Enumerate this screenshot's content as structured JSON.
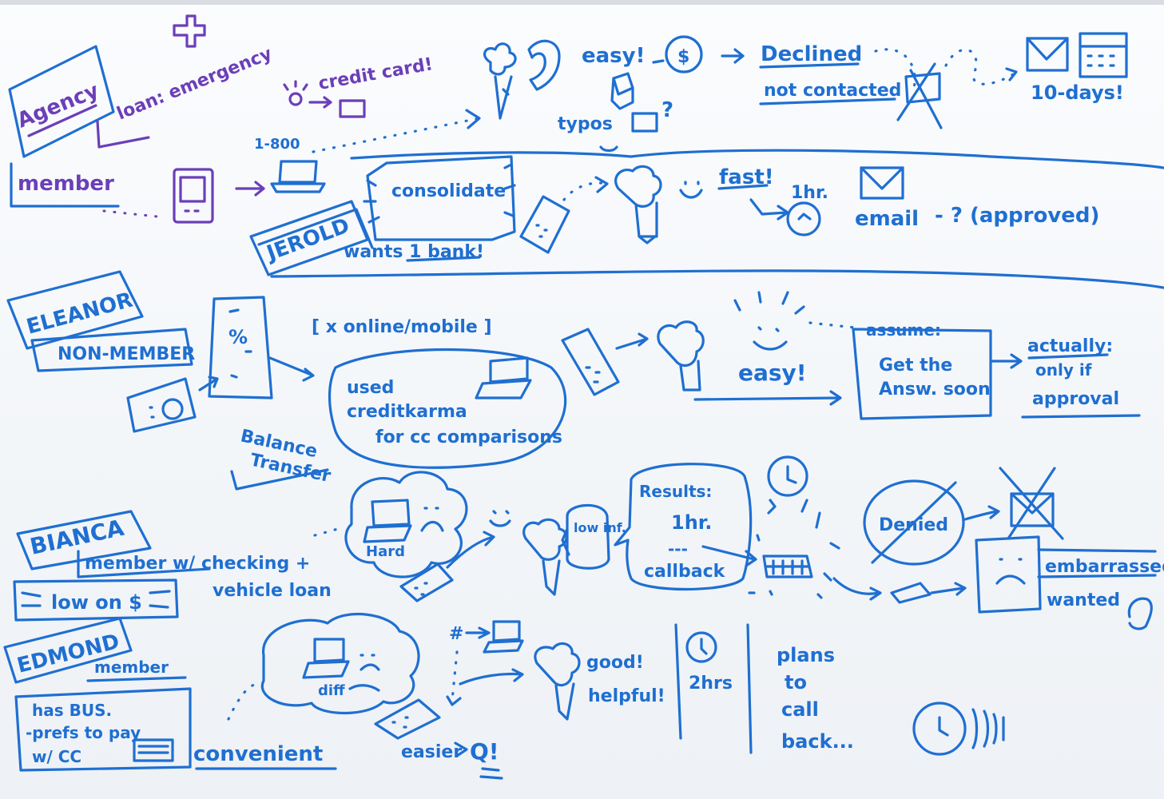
{
  "board": {
    "top_row": {
      "agency": "Agency",
      "loan_emergency": "loan: emergency",
      "member": "member",
      "credit_card": "credit card!",
      "phone_number": "1-800",
      "easy": "easy!",
      "typos": "typos",
      "question": "?",
      "declined": "Declined",
      "not_contacted": "not contacted",
      "ten_days": "10-days!"
    },
    "jerold": {
      "name": "JEROLD",
      "consolidate": "consolidate",
      "wants_1_bank": "wants 1 bank!",
      "fast": "fast!",
      "one_hour": "1hr.",
      "email": "email",
      "question_approved": "- ? (approved)"
    },
    "eleanor": {
      "name": "ELEANOR",
      "non_member": "NON-MEMBER",
      "online_mobile": "[ x online/mobile ]",
      "used_creditkarma_1": "used",
      "used_creditkarma_2": "creditkarma",
      "used_creditkarma_3": "for cc comparisons",
      "balance_transfer_1": "Balance",
      "balance_transfer_2": "Transfer",
      "easy": "easy!",
      "assume_label": "assume:",
      "assume_1": "Get the",
      "assume_2": "Answ. soon",
      "actually_label": "actually:",
      "actually_1": "only if",
      "actually_2": "approval"
    },
    "bianca": {
      "name": "BIANCA",
      "member_detail_1": "member w/ checking +",
      "member_detail_2": "vehicle loan",
      "low_on_money": "low on $",
      "hard": "Hard",
      "low_inf": "low inf.",
      "results_label": "Results:",
      "results_time": "1hr.",
      "results_dash": "---",
      "callback": "callback",
      "denied": "Denied",
      "embarrassed": "embarrassed",
      "wanted": "wanted"
    },
    "edmond": {
      "name": "EDMOND",
      "member": "member",
      "has_bus_1": "has BUS.",
      "has_bus_2": "-prefs to pay",
      "has_bus_3": "w/ CC",
      "convenient": "convenient",
      "diff": "diff",
      "hash": "#",
      "easier": "easier",
      "q": "Q!",
      "good": "good!",
      "helpful": "helpful!",
      "two_hours": "2hrs",
      "plans_1": "plans",
      "plans_2": "to",
      "plans_3": "call",
      "plans_4": "back..."
    }
  }
}
